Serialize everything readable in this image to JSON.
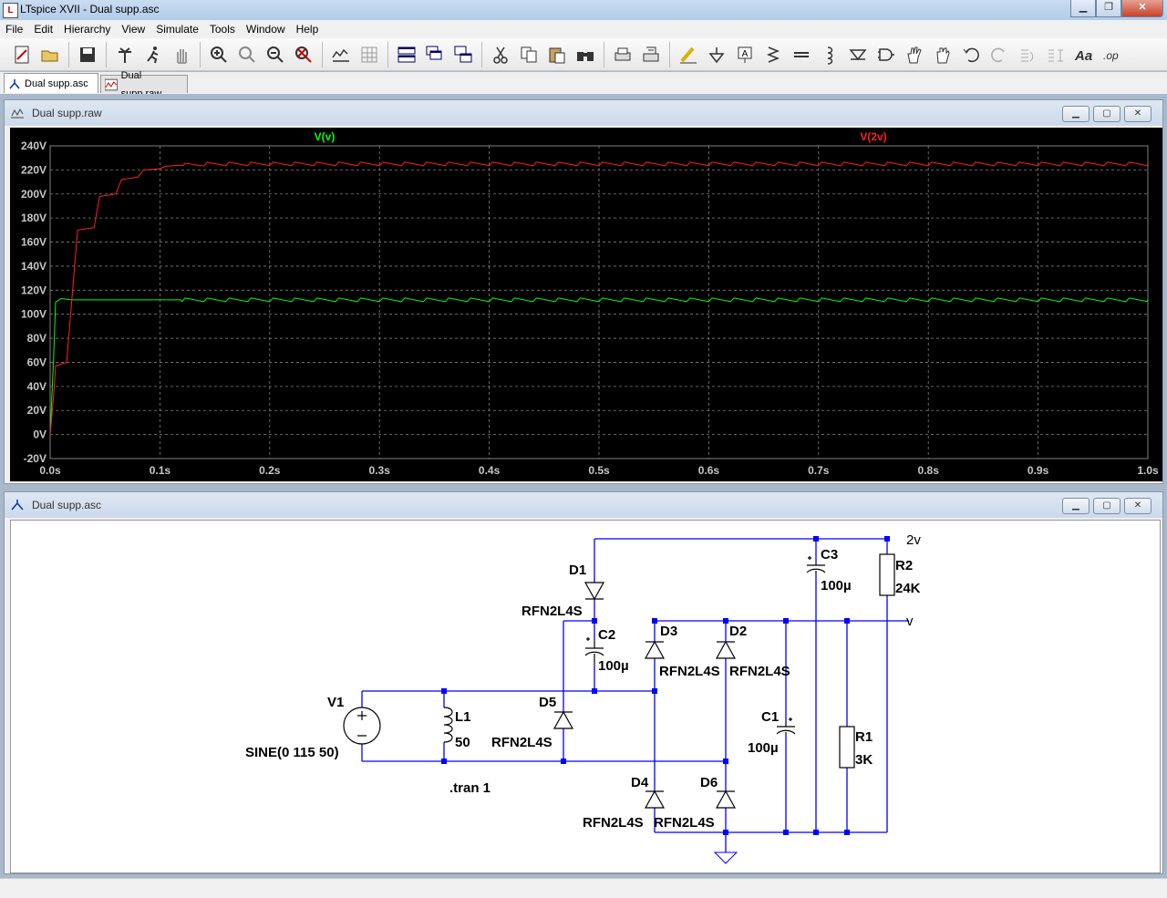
{
  "window": {
    "title": "LTspice XVII - Dual supp.asc",
    "app_icon": "ltspice-icon"
  },
  "menu": [
    "File",
    "Edit",
    "Hierarchy",
    "View",
    "Simulate",
    "Tools",
    "Window",
    "Help"
  ],
  "toolbar": {
    "icons": [
      "new-schematic-icon",
      "open-icon",
      "save-icon",
      "control-panel-icon",
      "run-icon",
      "halt-icon",
      "zoom-in-icon",
      "zoom-pan-icon",
      "zoom-out-icon",
      "zoom-fit-icon",
      "autorange-icon",
      "grid-icon",
      "tile-horizontal-icon",
      "cascade-icon",
      "tile-vertical-icon",
      "cut-icon",
      "copy-icon",
      "paste-icon",
      "find-icon",
      "print-icon",
      "print-setup-icon",
      "draw-wire-icon",
      "ground-icon",
      "label-net-icon",
      "resistor-icon",
      "capacitor-icon",
      "inductor-icon",
      "diode-icon",
      "component-icon",
      "move-icon",
      "drag-icon",
      "undo-icon",
      "redo-icon",
      "rotate-icon",
      "mirror-icon",
      "text-icon",
      "spice-directive-icon"
    ]
  },
  "tabs": [
    {
      "label": "Dual supp.asc",
      "icon": "schematic-icon",
      "active": true
    },
    {
      "label": "Dual supp.raw",
      "icon": "waveform-icon",
      "active": false
    }
  ],
  "plot_window": {
    "title": "Dual supp.raw",
    "trace_labels": {
      "v": "V(v)",
      "v2": "V(2v)"
    },
    "colors": {
      "v": "#00ff00",
      "v2": "#ff2020",
      "grid": "#808080",
      "axis_text": "#c8c8c8"
    }
  },
  "chart_data": {
    "type": "line",
    "title": "",
    "xlabel": "",
    "ylabel": "",
    "xlim": [
      0,
      1.0
    ],
    "ylim": [
      -20,
      240
    ],
    "x_ticks": [
      "0.0s",
      "0.1s",
      "0.2s",
      "0.3s",
      "0.4s",
      "0.5s",
      "0.6s",
      "0.7s",
      "0.8s",
      "0.9s",
      "1.0s"
    ],
    "y_ticks": [
      "240V",
      "220V",
      "200V",
      "180V",
      "160V",
      "140V",
      "120V",
      "100V",
      "80V",
      "60V",
      "40V",
      "20V",
      "0V",
      "-20V"
    ],
    "grid": true,
    "legend": "top-center",
    "series": [
      {
        "name": "V(v)",
        "color": "#00ff00",
        "x": [
          0.0,
          0.003,
          0.005,
          0.01,
          0.02,
          1.0
        ],
        "y": [
          0,
          60,
          110,
          113,
          112,
          112
        ]
      },
      {
        "name": "V(2v)",
        "color": "#ff2020",
        "x": [
          0.0,
          0.003,
          0.005,
          0.015,
          0.02,
          0.025,
          0.04,
          0.045,
          0.06,
          0.065,
          0.08,
          0.085,
          0.1,
          0.105,
          0.12,
          0.15,
          0.2,
          1.0
        ],
        "y": [
          0,
          30,
          57,
          60,
          115,
          170,
          172,
          198,
          200,
          212,
          214,
          220,
          221,
          223,
          224,
          225,
          225,
          225
        ]
      }
    ]
  },
  "schematic_window": {
    "title": "Dual supp.asc",
    "labels": {
      "V1": "V1",
      "V1_value": "SINE(0 115 50)",
      "L1": "L1",
      "L1_value": "50",
      "tran": ".tran 1",
      "D1": "D1",
      "D1_model": "RFN2L4S",
      "D2": "D2",
      "D2_model": "RFN2L4S",
      "D3": "D3",
      "D3_model": "RFN2L4S",
      "D4": "D4",
      "D4_model": "RFN2L4S",
      "D5": "D5",
      "D5_model": "RFN2L4S",
      "D6": "D6",
      "D6_model": "RFN2L4S",
      "C1": "C1",
      "C1_value": "100µ",
      "C2": "C2",
      "C2_value": "100µ",
      "C3": "C3",
      "C3_value": "100µ",
      "R1": "R1",
      "R1_value": "3K",
      "R2": "R2",
      "R2_value": "24K",
      "net_2v": "2v",
      "net_v": "v"
    },
    "wire_color": "#0000ff",
    "component_color": "#000000"
  }
}
